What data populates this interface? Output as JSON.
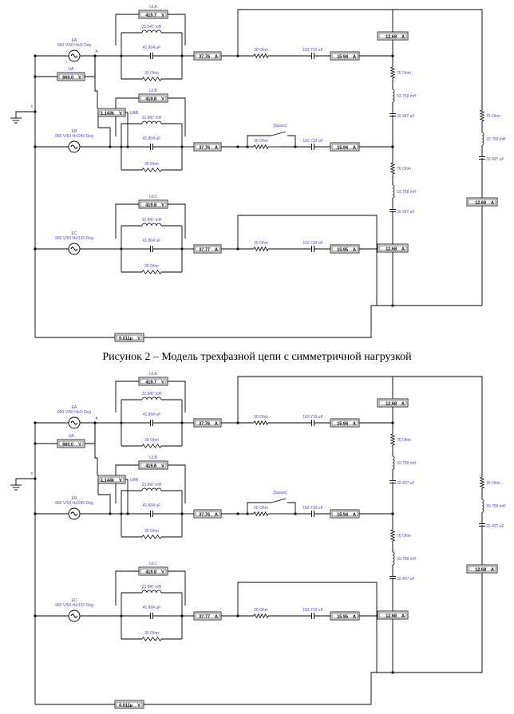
{
  "caption": "Рисунок 2 – Модель трехфазной цепи с симметричной нагрузкой",
  "sources": {
    "a": {
      "name": "EA",
      "spec": "660 V/50 Hz/0 Deg"
    },
    "b": {
      "name": "EB",
      "spec": "660 V/50 Hz/240 Deg"
    },
    "c": {
      "name": "EC",
      "spec": "660 V/50 Hz/120 Deg"
    }
  },
  "node_a": "A",
  "ground_label": "n",
  "branch": {
    "l": "31.847 mH",
    "c": "41.804 uF",
    "r": "35 Ohm"
  },
  "line": {
    "r": "30 Ohm",
    "c": "102.733 uF"
  },
  "key_label": "[Space]",
  "load": {
    "r": "76 Ohm",
    "l": "33.759 mH",
    "c": "32.497 uF"
  },
  "load2": {
    "r": "76 Ohm",
    "l": "33.759 mH",
    "c": "32.497 uF"
  },
  "circuits": [
    {
      "voltmeters": {
        "ULA": "419.7",
        "ULB": "419.8",
        "ULC": "419.8",
        "UA": "660.0",
        "UAB": "1.143k",
        "UN": "0.011μ"
      },
      "labels": {
        "ULA": "ULA",
        "ULB": "ULB",
        "ULC": "ULC",
        "UA": "UA",
        "UAB": "UAB"
      },
      "ammeters": {
        "a1": "37.76",
        "a2": "15.94",
        "b1": "37.76",
        "b2": "15.94",
        "c1": "37.77",
        "c2": "15.95",
        "r1": "12.68",
        "r2": "12.68",
        "r3": "12.68"
      },
      "units": {
        "v": "V",
        "a": "A"
      }
    },
    {
      "voltmeters": {
        "ULA": "419.7",
        "ULB": "419.8",
        "ULC": "419.8",
        "UA": "660.0",
        "UAB": "1.143k",
        "UN": "0.011μ"
      },
      "labels": {
        "ULA": "ULA",
        "ULB": "ULB",
        "ULC": "ULC",
        "UA": "UA",
        "UAB": "UAB"
      },
      "ammeters": {
        "a1": "37.76",
        "a2": "15.94",
        "b1": "37.76",
        "b2": "15.94",
        "c1": "37.77",
        "c2": "15.95",
        "r1": "12.68",
        "r2": "12.68",
        "r3": "12.68"
      },
      "units": {
        "v": "V",
        "a": "A"
      }
    }
  ]
}
